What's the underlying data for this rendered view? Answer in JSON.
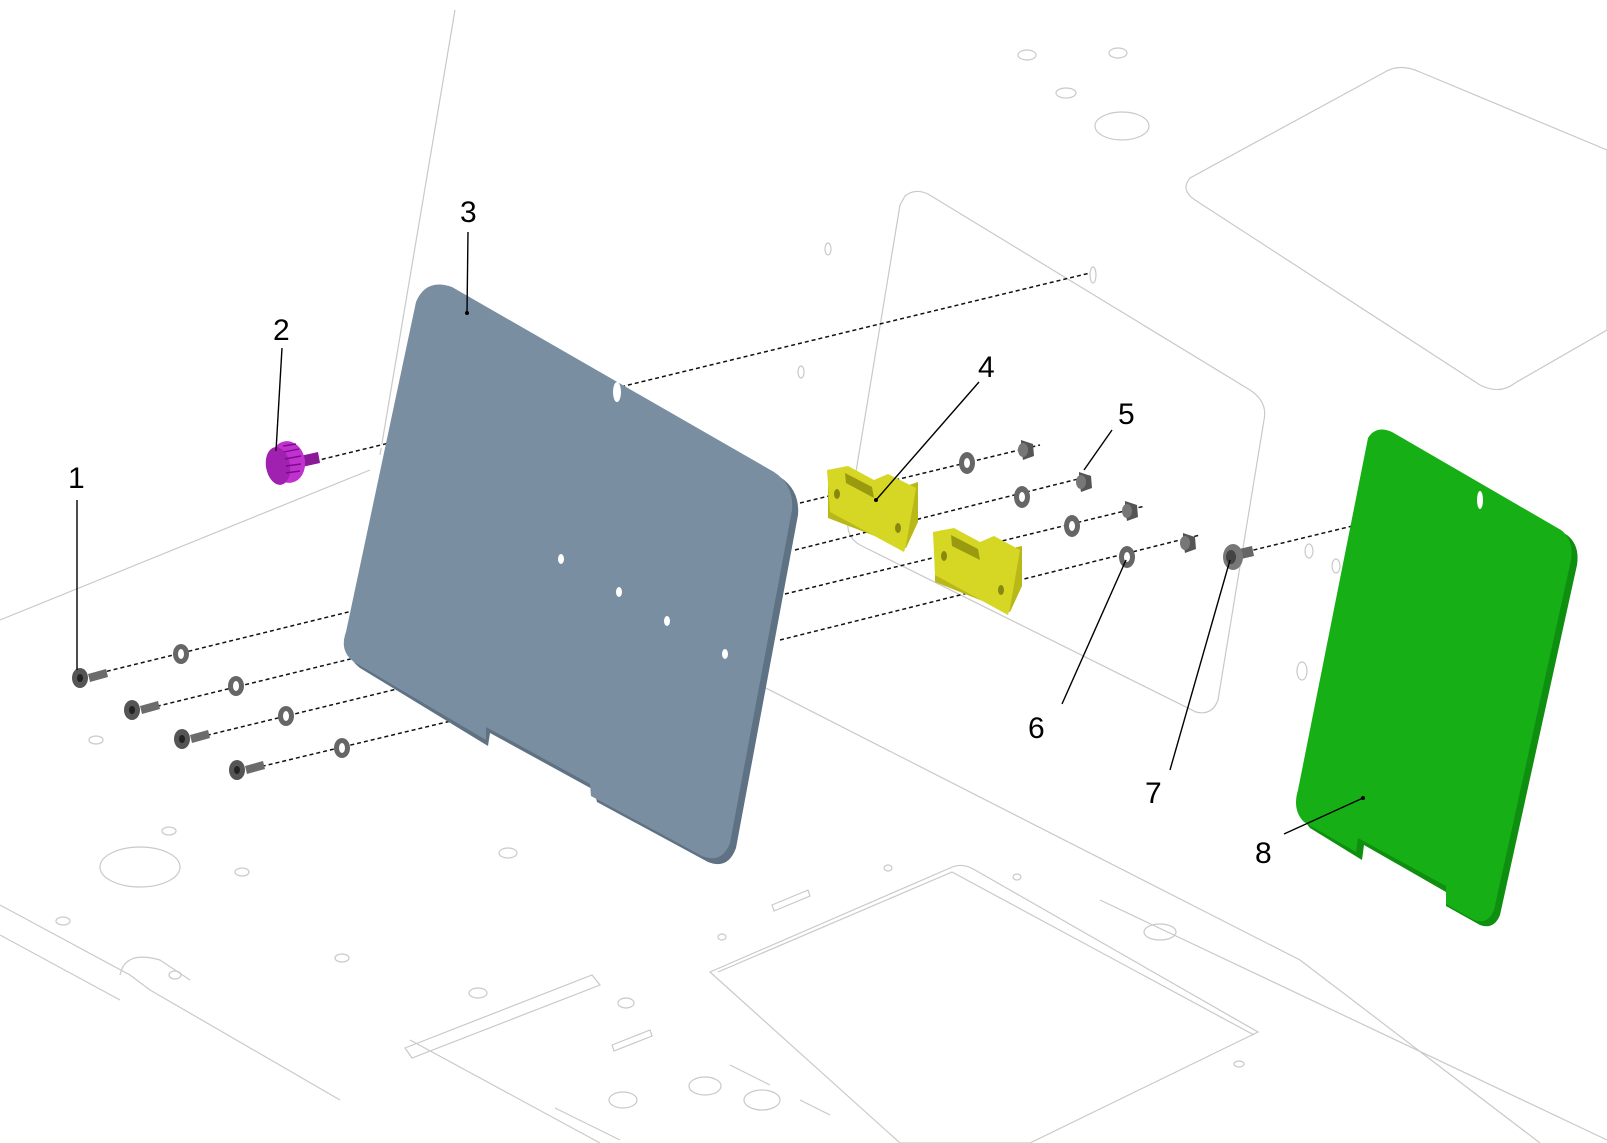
{
  "diagram": {
    "colors": {
      "bracket_plate": "#7a8ea2",
      "bracket_plate_edge": "#5f7284",
      "thumb_screw": "#a020b0",
      "clamp_block": "#d6d624",
      "pcb_board": "#16b016",
      "hardware": "#6b6b6b",
      "ghost_outline": "#c9c9c9"
    },
    "callouts": [
      {
        "id": "1",
        "label": "1"
      },
      {
        "id": "2",
        "label": "2"
      },
      {
        "id": "3",
        "label": "3"
      },
      {
        "id": "4",
        "label": "4"
      },
      {
        "id": "5",
        "label": "5"
      },
      {
        "id": "6",
        "label": "6"
      },
      {
        "id": "7",
        "label": "7"
      },
      {
        "id": "8",
        "label": "8"
      }
    ]
  }
}
